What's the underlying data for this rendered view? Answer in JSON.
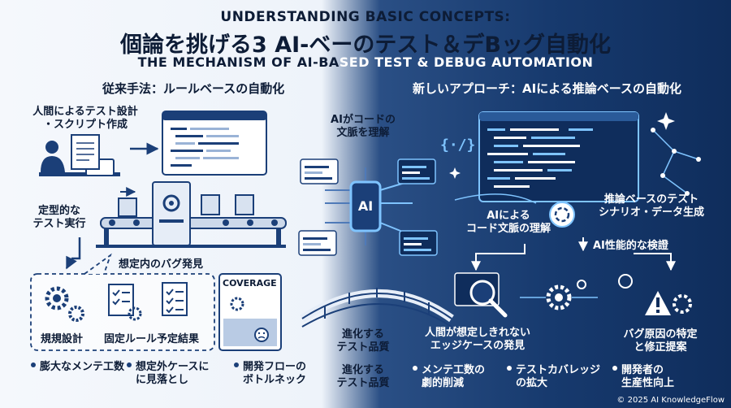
{
  "title": {
    "top": "UNDERSTANDING BASIC CONCEPTS:",
    "main": "個論を挑げる3 AI-ベーのテスト＆デBッグ自動化",
    "sub_a": "THE MECHANISM OF AI-BA",
    "sub_b": "SED TEST & DEBUG AUTOMATION"
  },
  "left": {
    "heading": "従来手法：ルールベースの自動化",
    "manual_design_1": "人間によるテスト設計",
    "manual_design_2": "・スクリプト作成",
    "fixed_exec_1": "定型的な",
    "fixed_exec_2": "テスト実行",
    "expected_bug": "想定内のバグ発見",
    "rule_design": "規規設計",
    "fixed_rule": "固定ルール予定結果",
    "coverage": "COVERAGE",
    "bullets": [
      {
        "l1": "膨大なメンテ工数",
        "l2": ""
      },
      {
        "l1": "想定外ケースに",
        "l2": "に見落とし"
      },
      {
        "l1": "開発フローの",
        "l2": "ボトルネック"
      }
    ]
  },
  "center": {
    "ai_context_1": "AIがコードの",
    "ai_context_2": "文脈を理解",
    "ai_chip": "AI",
    "evolve_a1": "進化する",
    "evolve_a2": "テスト品質",
    "evolve_b1": "進化する",
    "evolve_b2": "テスト品質"
  },
  "right": {
    "heading": "新しいアプローチ：AIによる推論ベースの自動化",
    "code_understand_1": "AIによる",
    "code_understand_2": "コード文脈の理解",
    "scenario_1": "推論ベースのテスト",
    "scenario_2": "シナリオ・データ生成",
    "ai_verify": "AI性能的な検證",
    "edge_1": "人間が想定しきれない",
    "edge_2": "エッジケースの発見",
    "bug_fix_1": "バグ原因の特定",
    "bug_fix_2": "と修正提案",
    "bullets": [
      {
        "l1": "メンテ工数の",
        "l2": "劇的削減"
      },
      {
        "l1": "テストカバレッジ",
        "l2": "の拡大"
      },
      {
        "l1": "開発者の",
        "l2": "生産性向上"
      }
    ]
  },
  "copyright": "© 2025 AI KnowledgeFlow",
  "colors": {
    "navy": "#1b3f78",
    "dark": "#0d1c36",
    "glow": "#7fc4ff",
    "deep": "#0f2d5c"
  }
}
